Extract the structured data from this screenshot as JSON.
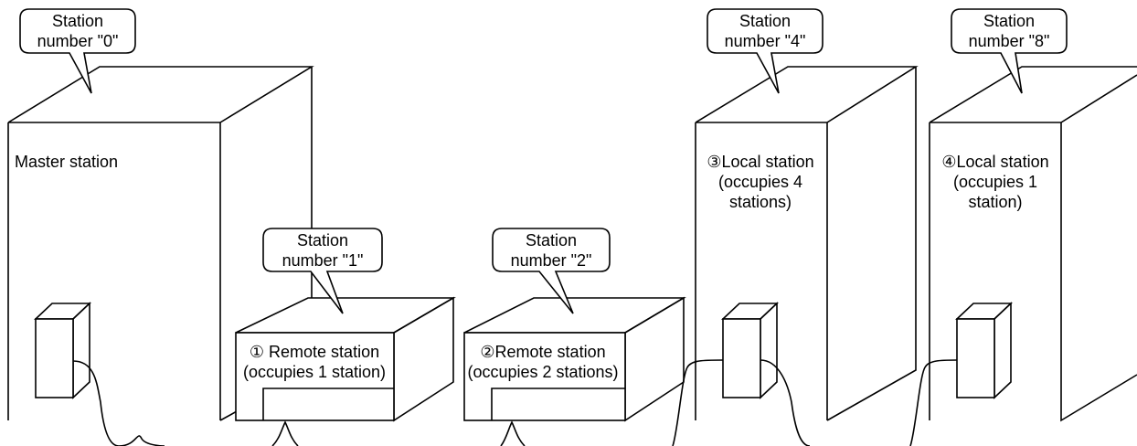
{
  "callouts": {
    "s0": {
      "line1": "Station",
      "line2": "number \"0\""
    },
    "s1": {
      "line1": "Station",
      "line2": "number \"1\""
    },
    "s2": {
      "line1": "Station",
      "line2": "number \"2\""
    },
    "s4": {
      "line1": "Station",
      "line2": "number \"4\""
    },
    "s8": {
      "line1": "Station",
      "line2": "number \"8\""
    }
  },
  "stations": {
    "master": {
      "label": "Master station"
    },
    "remote1": {
      "line1": "① Remote station",
      "line2": "(occupies 1 station)"
    },
    "remote2": {
      "line1": "②Remote station",
      "line2": "(occupies 2 stations)"
    },
    "local3": {
      "line1": "③Local station",
      "line2": "(occupies 4",
      "line3": "stations)"
    },
    "local4": {
      "line1": "④Local station",
      "line2": "(occupies 1",
      "line3": "station)"
    }
  }
}
